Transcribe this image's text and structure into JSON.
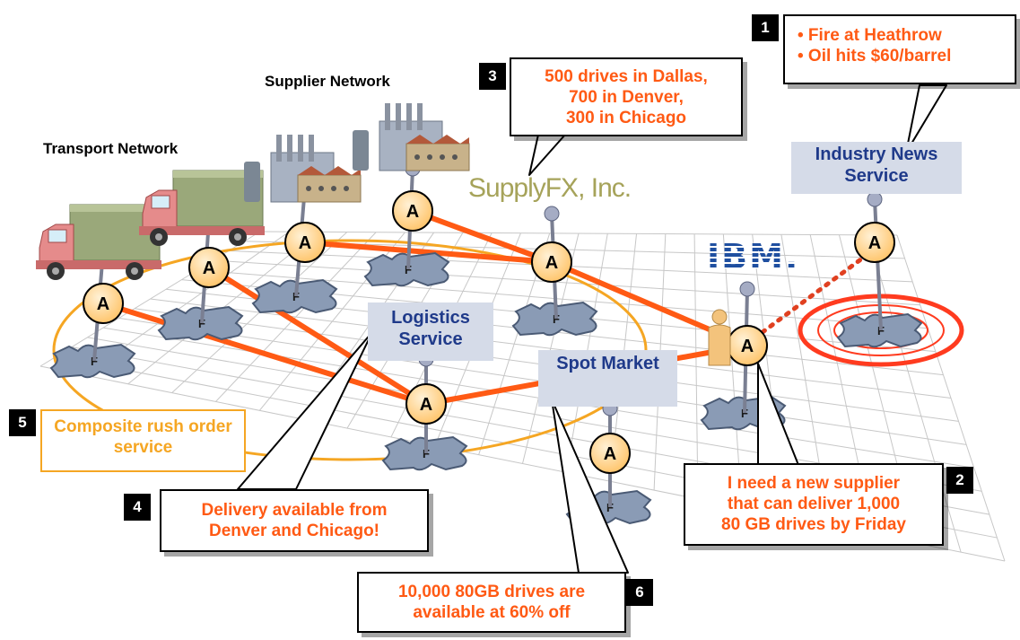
{
  "labels": {
    "transport_network": "Transport Network",
    "supplier_network": "Supplier Network",
    "industry_news_service": "Industry News Service",
    "logistics_service": "Logistics Service",
    "spot_market": "Spot Market",
    "composite": "Composite rush order service",
    "supplyfx": "SupplyFX, Inc.",
    "ibm": "IBM."
  },
  "node_letters": {
    "agent": "A",
    "platform": "F"
  },
  "callouts": {
    "c1": {
      "number": "1",
      "lines": [
        "• Fire at Heathrow",
        "• Oil hits $60/barrel"
      ]
    },
    "c2": {
      "number": "2",
      "lines": [
        "I need a new supplier",
        "that can deliver 1,000",
        "80 GB drives by Friday"
      ]
    },
    "c3": {
      "number": "3",
      "lines": [
        "500 drives in Dallas,",
        "700 in Denver,",
        "300 in Chicago"
      ]
    },
    "c4": {
      "number": "4",
      "lines": [
        "Delivery available from",
        "Denver and Chicago!"
      ]
    },
    "c5": {
      "number": "5"
    },
    "c6": {
      "number": "6",
      "lines": [
        "10,000 80GB drives are",
        "available at 60% off"
      ]
    }
  },
  "colors": {
    "link": "#ff5a14",
    "agent_fill": "#ffd9a0",
    "platform_fill": "#8a9bb5",
    "composite": "#f5a623",
    "service_text": "#1f3a8a",
    "callout_text": "#ff5a14"
  }
}
